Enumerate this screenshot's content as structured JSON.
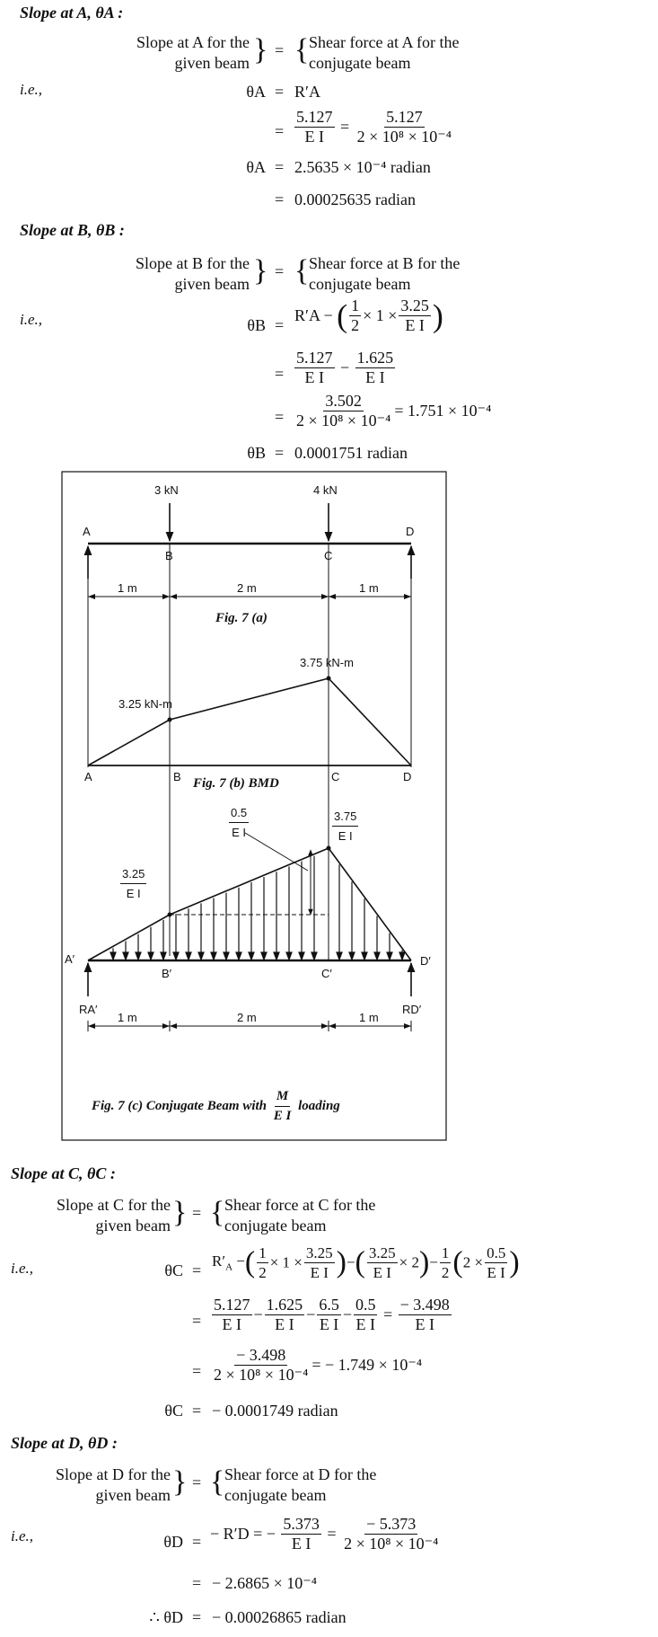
{
  "sections": {
    "A": {
      "heading": "Slope at A, θA :",
      "lhs1": "Slope at A for the",
      "lhs2": "given beam",
      "rhs1": "Shear force at A for the",
      "rhs2": "conjugate beam",
      "ie": "i.e.,",
      "l1_lhs": "θA",
      "l1_rhs": "R′A",
      "l2_f1n": "5.127",
      "l2_f1d": "E I",
      "l2_f2n": "5.127",
      "l2_f2d": "2 × 10⁸ × 10⁻⁴",
      "l3_lhs": "θA",
      "l3_rhs": "2.5635 × 10⁻⁴ radian",
      "l4_rhs": "0.00025635 radian"
    },
    "B": {
      "heading": "Slope at B, θB :",
      "lhs1": "Slope at B for the",
      "lhs2": "given beam",
      "rhs1": "Shear force at B for the",
      "rhs2": "conjugate beam",
      "ie": "i.e.,",
      "l1_lhs": "θB",
      "l1_a": "R′A − ",
      "l1_h": "1",
      "l1_h2": "2",
      "l1_b": "× 1 ×",
      "l1_fn": "3.25",
      "l1_fd": "E I",
      "l2_f1n": "5.127",
      "l2_f1d": "E I",
      "l2_f2n": "1.625",
      "l2_f2d": "E I",
      "l3_fn": "3.502",
      "l3_fd": "2 × 10⁸ × 10⁻⁴",
      "l3_tail": "= 1.751 × 10⁻⁴",
      "l4_lhs": "θB",
      "l4_rhs": "0.0001751 radian"
    },
    "C": {
      "heading": "Slope at C, θC :",
      "lhs1": "Slope at C for the",
      "lhs2": "given beam",
      "rhs1": "Shear force at C for the",
      "rhs2": "conjugate beam",
      "ie": "i.e.,",
      "l1_lhs": "θC",
      "l2_f1n": "5.127",
      "l2_f2n": "1.625",
      "l2_f3n": "6.5",
      "l2_f4n": "0.5",
      "l2_f5n": "− 3.498",
      "den": "E I",
      "l3_fn": "− 3.498",
      "l3_fd": "2 × 10⁸ × 10⁻⁴",
      "l3_tail": "= − 1.749 × 10⁻⁴",
      "l4_lhs": "θC",
      "l4_rhs": "− 0.0001749 radian"
    },
    "D": {
      "heading": "Slope at D, θD :",
      "lhs1": "Slope at D for the",
      "lhs2": "given beam",
      "rhs1": "Shear force at D for the",
      "rhs2": "conjugate beam",
      "ie": "i.e.,",
      "l1_lhs": "θD",
      "l1_a": "− R′D",
      "l1_fn": "5.373",
      "l1_fd": "E I",
      "l1_f2n": "− 5.373",
      "l1_f2d": "2 × 10⁸ × 10⁻⁴",
      "l2_rhs": "− 2.6865 × 10⁻⁴",
      "l3_lhs": "∴  θD",
      "l3_rhs": "− 0.00026865 radian"
    }
  },
  "figure": {
    "load_b": "3 kN",
    "load_c": "4 kN",
    "pt_a": "A",
    "pt_b": "B",
    "pt_c": "C",
    "pt_d": "D",
    "dim1": "1 m",
    "dim2": "2 m",
    "dim3": "1 m",
    "cap_a": "Fig. 7 (a)",
    "m_b": "3.25 kN-m",
    "m_c": "3.75 kN-m",
    "cap_b": "Fig. 7 (b) BMD",
    "c_b_n": "3.25",
    "c_b_d": "E I",
    "c_mid_n": "0.5",
    "c_mid_d": "E I",
    "c_c_n": "3.75",
    "c_c_d": "E I",
    "pa": "A′",
    "pb": "B′",
    "pc": "C′",
    "pd": "D′",
    "ra": "RA′",
    "rd": "RD′",
    "cap_c_pre": "Fig. 7 (c) Conjugate Beam with",
    "cap_c_n": "M",
    "cap_c_d": "E I",
    "cap_c_post": "loading"
  }
}
